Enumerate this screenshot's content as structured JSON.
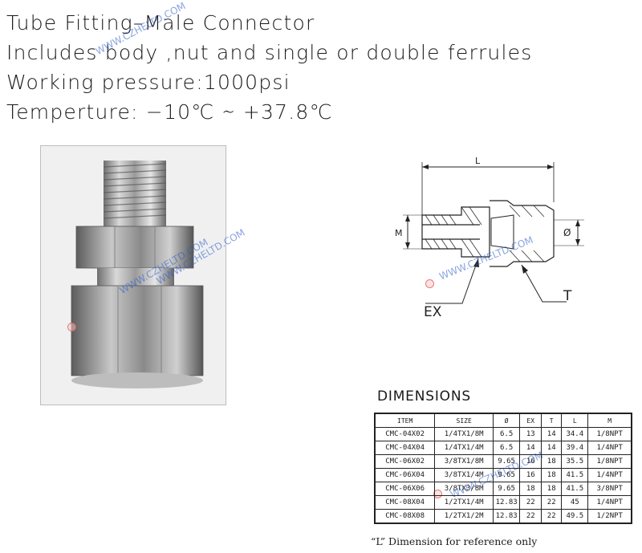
{
  "header": {
    "title": "Tube Fitting–Male Connector",
    "line2": "Includes body ,nut and single or double ferrules",
    "line3": "Working pressure:1000psi",
    "line4": "Temperture:   −10℃ ∼ +37.8℃"
  },
  "drawing": {
    "labels": {
      "L": "L",
      "M": "M",
      "phi": "Ø",
      "EX": "EX",
      "T": "T"
    }
  },
  "watermark": {
    "text": "WWW.CZHELTD.COM"
  },
  "dimensions": {
    "title": "DIMENSIONS",
    "columns": [
      "ITEM",
      "SIZE",
      "Ø",
      "EX",
      "T",
      "L",
      "M"
    ],
    "rows": [
      [
        "CMC-04X02",
        "1/4TX1/8M",
        "6.5",
        "13",
        "14",
        "34.4",
        "1/8NPT"
      ],
      [
        "CMC-04X04",
        "1/4TX1/4M",
        "6.5",
        "14",
        "14",
        "39.4",
        "1/4NPT"
      ],
      [
        "CMC-06X02",
        "3/8TX1/8M",
        "9.65",
        "16",
        "18",
        "35.5",
        "1/8NPT"
      ],
      [
        "CMC-06X04",
        "3/8TX1/4M",
        "9.65",
        "16",
        "18",
        "41.5",
        "1/4NPT"
      ],
      [
        "CMC-06X06",
        "3/8TX3/8M",
        "9.65",
        "18",
        "18",
        "41.5",
        "3/8NPT"
      ],
      [
        "CMC-08X04",
        "1/2TX1/4M",
        "12.83",
        "22",
        "22",
        "45",
        "1/4NPT"
      ],
      [
        "CMC-08X08",
        "1/2TX1/2M",
        "12.83",
        "22",
        "22",
        "49.5",
        "1/2NPT"
      ]
    ]
  },
  "footnote": "“L” Dimension for reference only"
}
